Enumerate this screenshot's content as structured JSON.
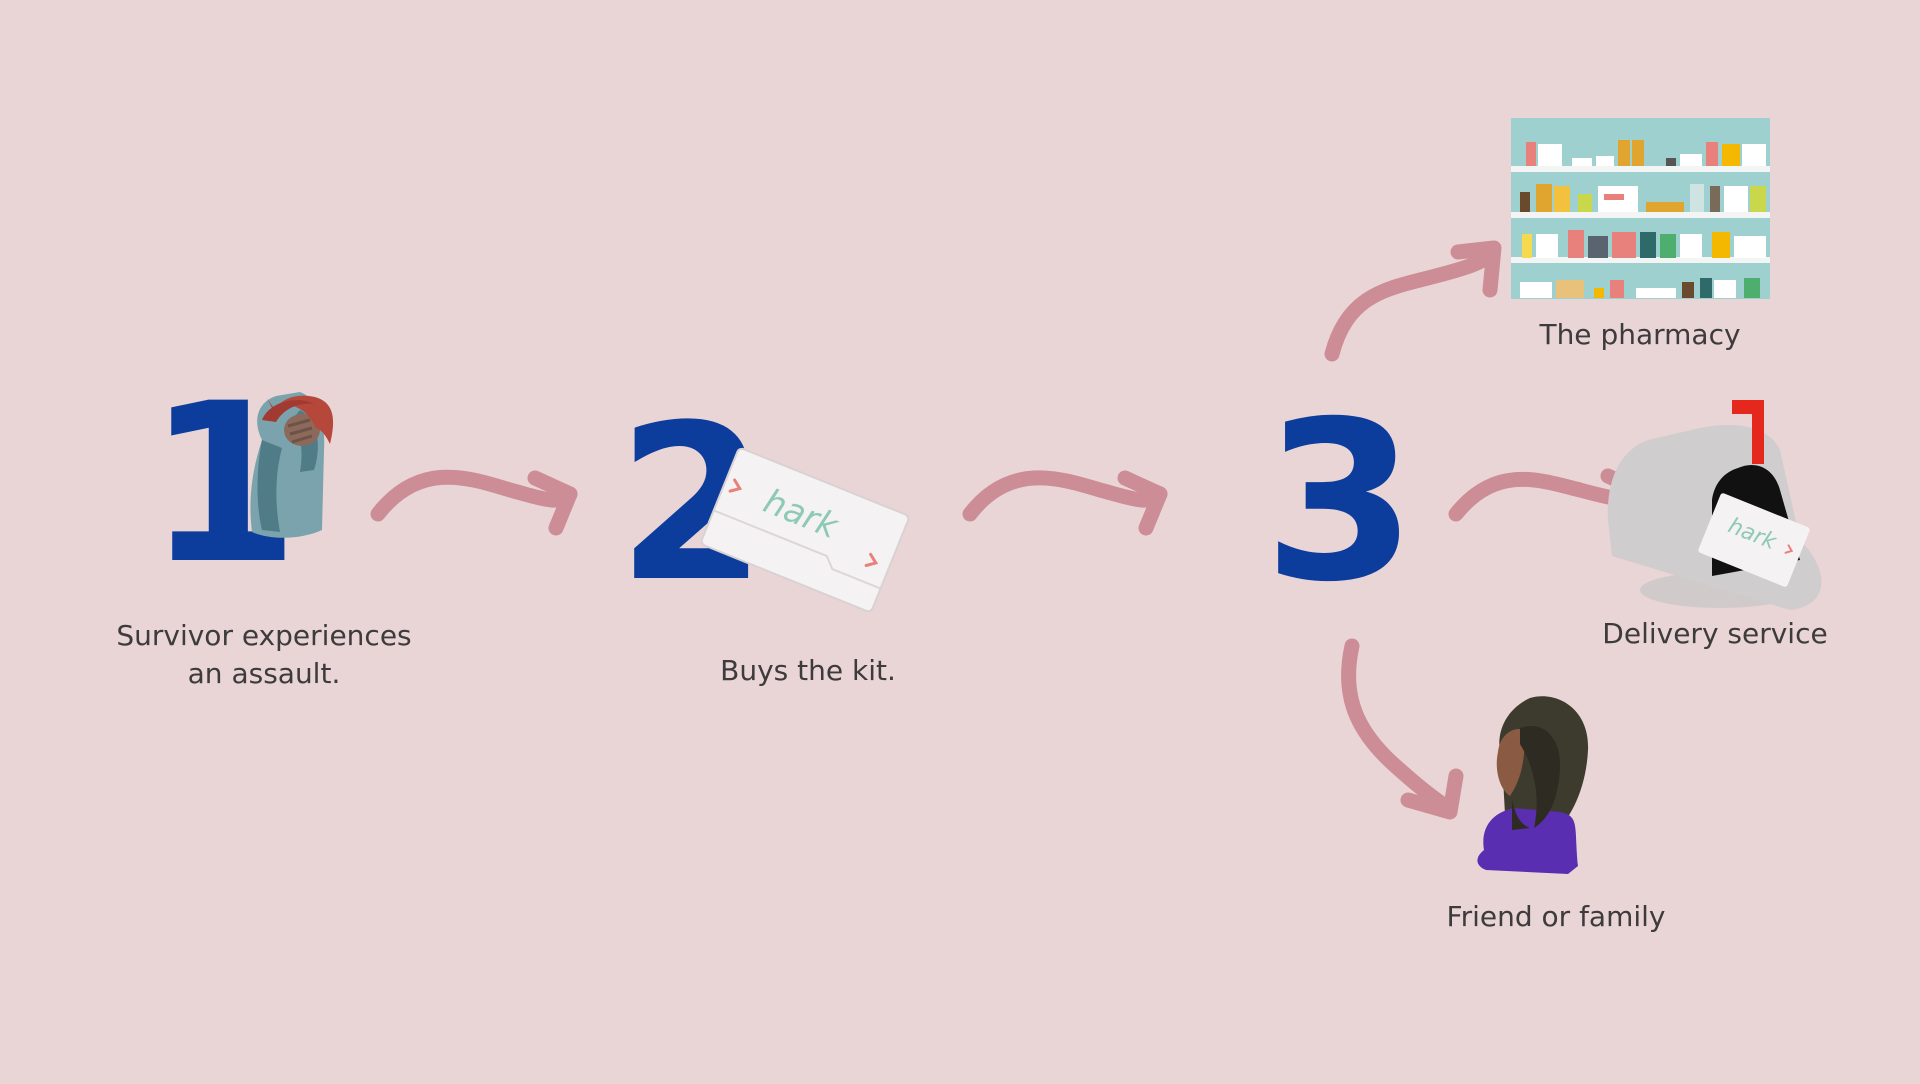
{
  "colors": {
    "background": "#ead5d6",
    "number": "#0d3d9c",
    "arrow": "#cd8d97",
    "text": "#3d3b3c",
    "kit_brand_green": "#8ec9b4",
    "kit_brand_pink": "#e8817b"
  },
  "steps": [
    {
      "number": "1",
      "label_lines": [
        "Survivor experiences",
        "an assault."
      ],
      "illustration": "distressed-person-icon"
    },
    {
      "number": "2",
      "label_lines": [
        "Buys the kit."
      ],
      "illustration": "kit-envelope-icon"
    },
    {
      "number": "3",
      "label_lines": [],
      "illustration": ""
    }
  ],
  "kit_brand": "hark",
  "destinations": [
    {
      "label": "The pharmacy",
      "illustration": "pharmacy-shelves-icon"
    },
    {
      "label": "Delivery service",
      "illustration": "mailbox-icon"
    },
    {
      "label": "Friend or family",
      "illustration": "friend-person-icon"
    }
  ]
}
